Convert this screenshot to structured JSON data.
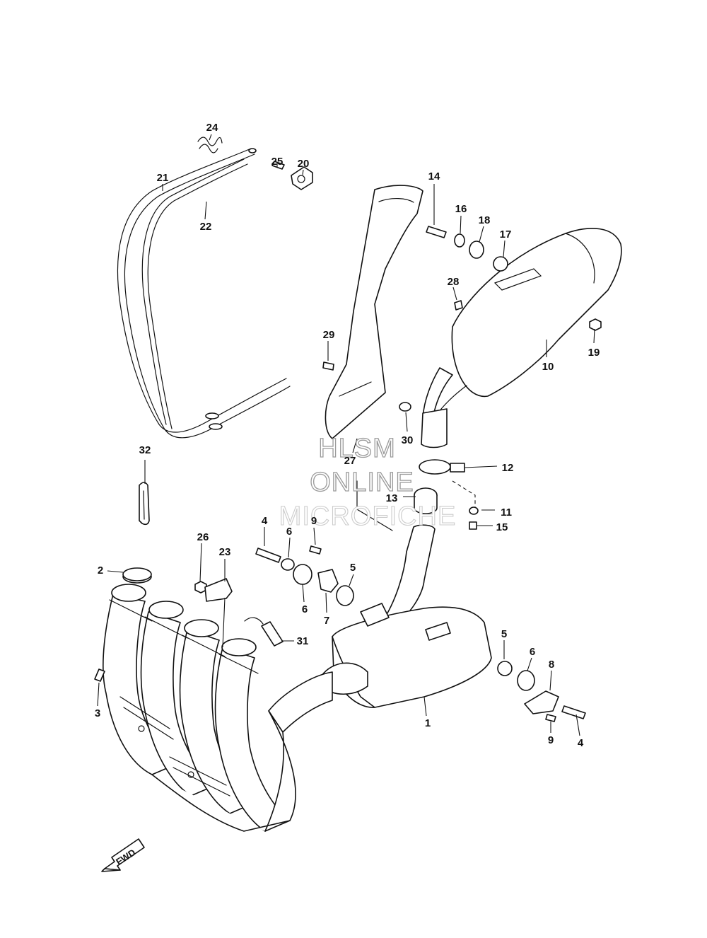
{
  "diagram": {
    "callouts": [
      {
        "id": "c1",
        "text": "1"
      },
      {
        "id": "c2",
        "text": "2"
      },
      {
        "id": "c3",
        "text": "3"
      },
      {
        "id": "c4a",
        "text": "4"
      },
      {
        "id": "c4b",
        "text": "4"
      },
      {
        "id": "c5a",
        "text": "5"
      },
      {
        "id": "c5b",
        "text": "5"
      },
      {
        "id": "c6a",
        "text": "6"
      },
      {
        "id": "c6b",
        "text": "6"
      },
      {
        "id": "c6c",
        "text": "6"
      },
      {
        "id": "c7",
        "text": "7"
      },
      {
        "id": "c8",
        "text": "8"
      },
      {
        "id": "c9a",
        "text": "9"
      },
      {
        "id": "c9b",
        "text": "9"
      },
      {
        "id": "c10",
        "text": "10"
      },
      {
        "id": "c11",
        "text": "11"
      },
      {
        "id": "c12",
        "text": "12"
      },
      {
        "id": "c13",
        "text": "13"
      },
      {
        "id": "c14",
        "text": "14"
      },
      {
        "id": "c15",
        "text": "15"
      },
      {
        "id": "c16",
        "text": "16"
      },
      {
        "id": "c17",
        "text": "17"
      },
      {
        "id": "c18",
        "text": "18"
      },
      {
        "id": "c19",
        "text": "19"
      },
      {
        "id": "c20",
        "text": "20"
      },
      {
        "id": "c21",
        "text": "21"
      },
      {
        "id": "c22",
        "text": "22"
      },
      {
        "id": "c23",
        "text": "23"
      },
      {
        "id": "c24",
        "text": "24"
      },
      {
        "id": "c25",
        "text": "25"
      },
      {
        "id": "c26",
        "text": "26"
      },
      {
        "id": "c27",
        "text": "27"
      },
      {
        "id": "c28",
        "text": "28"
      },
      {
        "id": "c29",
        "text": "29"
      },
      {
        "id": "c30",
        "text": "30"
      },
      {
        "id": "c31",
        "text": "31"
      },
      {
        "id": "c32",
        "text": "32"
      }
    ],
    "watermark": {
      "line1": "HLSM",
      "line2": "ONLINE",
      "line3": "MICROFICHE"
    },
    "direction_arrow": {
      "label": "FWD",
      "icon": "forward-arrow-icon"
    },
    "colors": {
      "line": "#111111",
      "background": "#ffffff",
      "watermark": "#9a9a9a"
    }
  }
}
